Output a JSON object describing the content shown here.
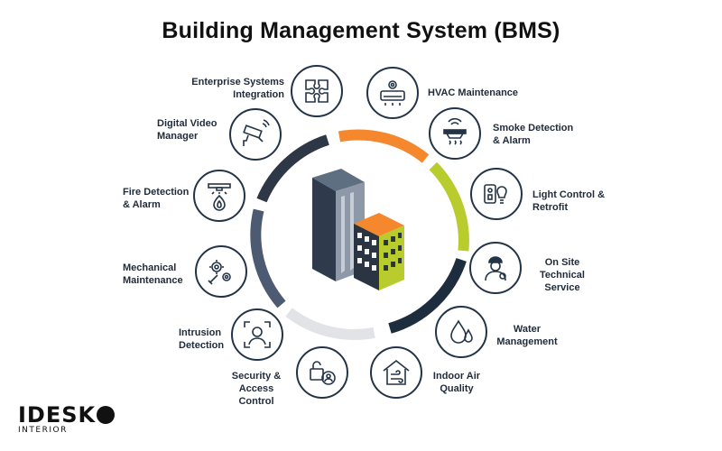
{
  "title": "Building Management System (BMS)",
  "colors": {
    "orange": "#f5872c",
    "lime": "#b8cc2d",
    "navy": "#1e2d3d",
    "slate": "#4c5a72",
    "lightgray": "#e2e3e6",
    "icon": "#243447"
  },
  "services": [
    {
      "label": "Enterprise Systems\nIntegration",
      "icon": "puzzle-icon"
    },
    {
      "label": "HVAC Maintenance",
      "icon": "hvac-unit-icon"
    },
    {
      "label": "Smoke Detection\n& Alarm",
      "icon": "smoke-detector-icon"
    },
    {
      "label": "Light Control &\nRetrofit",
      "icon": "light-switch-bulb-icon"
    },
    {
      "label": "On Site\nTechnical\nService",
      "icon": "technician-icon"
    },
    {
      "label": "Water\nManagement",
      "icon": "water-drops-icon"
    },
    {
      "label": "Indoor Air\nQuality",
      "icon": "house-air-icon"
    },
    {
      "label": "Security &\nAccess Control",
      "icon": "padlock-user-icon"
    },
    {
      "label": "Intrusion\nDetection",
      "icon": "face-scan-icon"
    },
    {
      "label": "Mechanical\nMaintenance",
      "icon": "gears-wrench-icon"
    },
    {
      "label": "Fire Detection\n& Alarm",
      "icon": "sprinkler-flame-icon"
    },
    {
      "label": "Digital Video\nManager",
      "icon": "cctv-camera-icon"
    }
  ],
  "logo": {
    "main": "IDESK",
    "sub": "INTERIOR"
  }
}
